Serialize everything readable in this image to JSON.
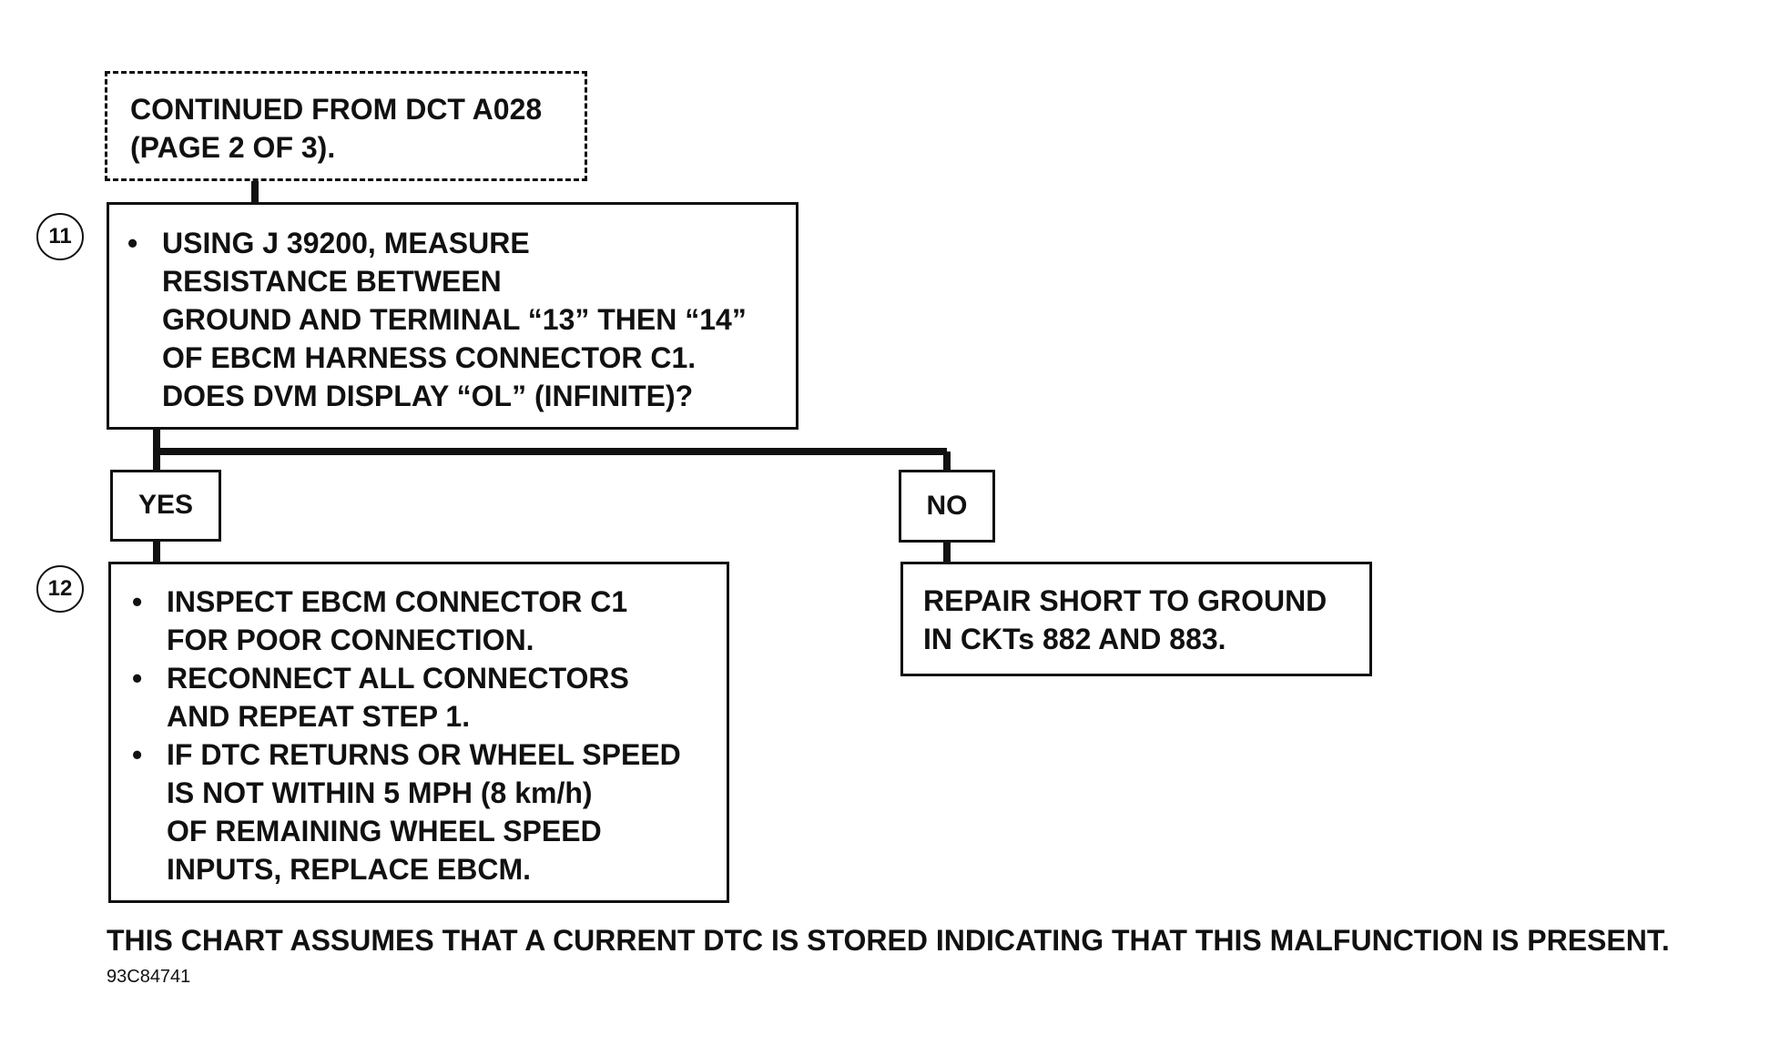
{
  "continued_box": {
    "lines": [
      "CONTINUED FROM DCT A028",
      "(PAGE 2 OF 3)."
    ]
  },
  "step11": {
    "number": "11",
    "bullets": [
      [
        "USING J 39200, MEASURE",
        "RESISTANCE BETWEEN",
        "GROUND AND TERMINAL “13” THEN “14”",
        "OF EBCM HARNESS CONNECTOR C1.",
        "DOES DVM DISPLAY “OL” (INFINITE)?"
      ]
    ]
  },
  "branch_yes": {
    "label": "YES"
  },
  "branch_no": {
    "label": "NO"
  },
  "step12": {
    "number": "12",
    "bullets": [
      [
        "INSPECT EBCM CONNECTOR C1",
        "FOR POOR CONNECTION."
      ],
      [
        "RECONNECT ALL CONNECTORS",
        "AND REPEAT STEP 1."
      ],
      [
        "IF DTC RETURNS OR WHEEL SPEED",
        "IS NOT WITHIN 5 MPH (8 km/h)",
        "OF REMAINING WHEEL SPEED",
        "INPUTS, REPLACE EBCM."
      ]
    ]
  },
  "no_result": {
    "lines": [
      "REPAIR SHORT TO GROUND",
      "IN CKTs 882 AND 883."
    ]
  },
  "footnote": "THIS CHART ASSUMES THAT A CURRENT DTC IS STORED INDICATING THAT THIS MALFUNCTION IS PRESENT.",
  "figure_id": "93C84741"
}
